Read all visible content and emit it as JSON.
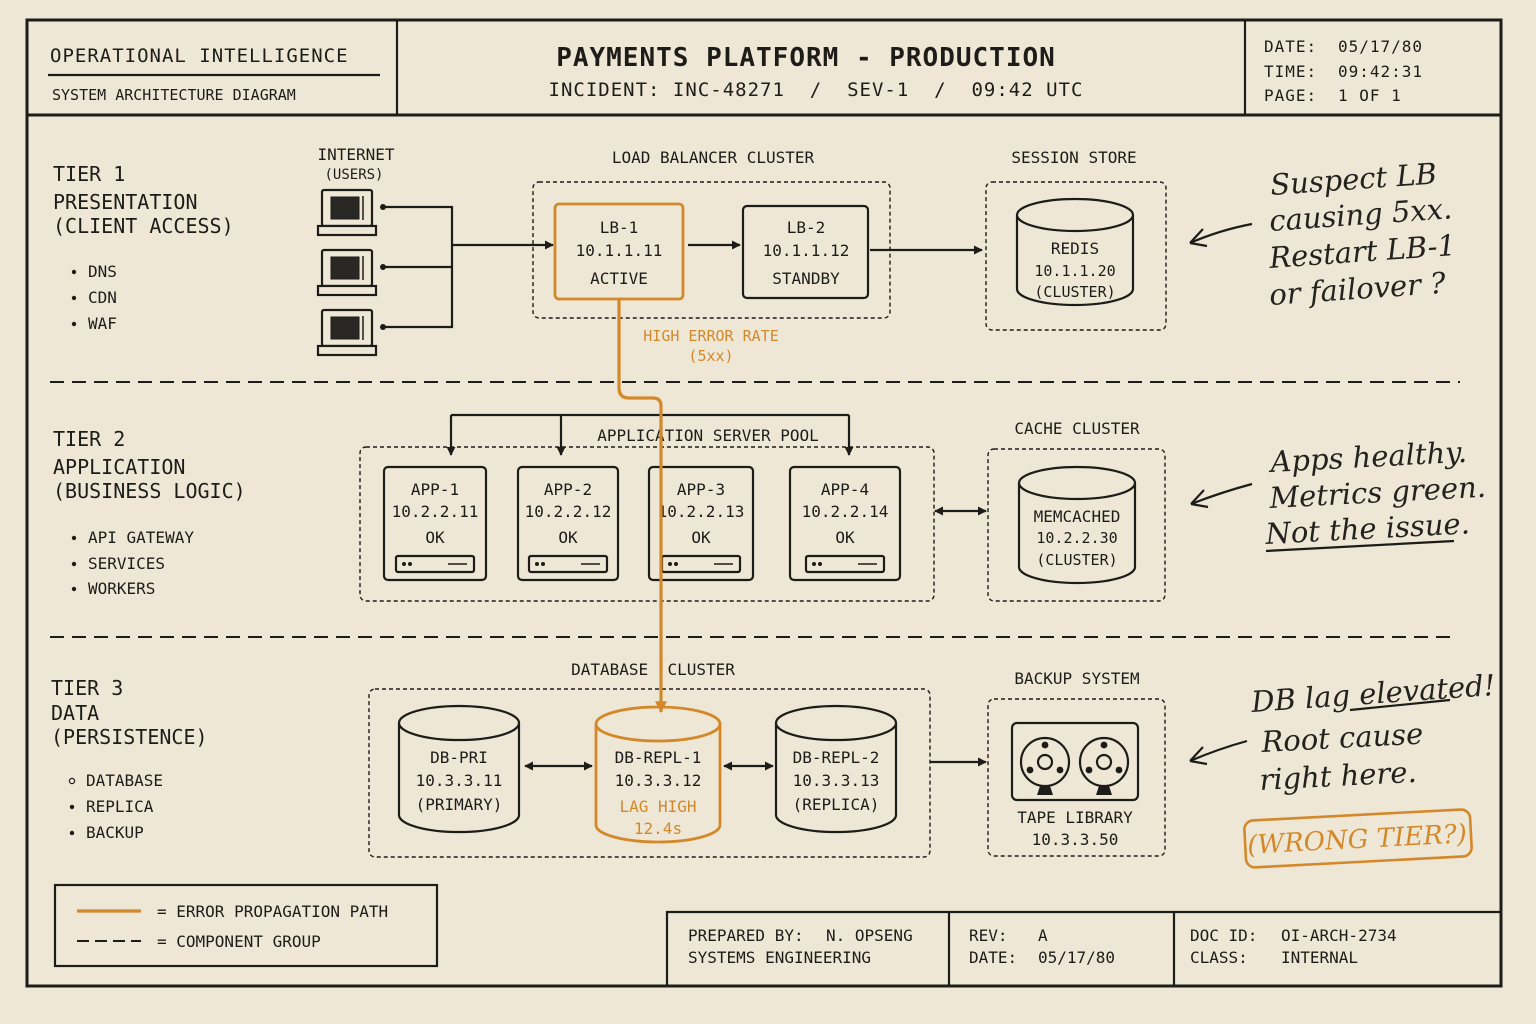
{
  "header": {
    "org": "OPERATIONAL INTELLIGENCE",
    "doc_type": "SYSTEM ARCHITECTURE DIAGRAM",
    "title": "PAYMENTS PLATFORM - PRODUCTION",
    "incident": "INCIDENT: INC-48271  /  SEV-1  /  09:42 UTC",
    "date_label": "DATE:",
    "date_value": "05/17/80",
    "time_label": "TIME:",
    "time_value": "09:42:31",
    "page_label": "PAGE:",
    "page_value": "1 OF 1"
  },
  "tiers": [
    {
      "title": "TIER 1",
      "name": "PRESENTATION",
      "desc": "(CLIENT ACCESS)",
      "bullets": [
        "DNS",
        "CDN",
        "WAF"
      ]
    },
    {
      "title": "TIER 2",
      "name": "APPLICATION",
      "desc": "(BUSINESS LOGIC)",
      "bullets": [
        "API GATEWAY",
        "SERVICES",
        "WORKERS"
      ]
    },
    {
      "title": "TIER 3",
      "name": "DATA",
      "desc": "(PERSISTENCE)",
      "bullets": [
        "DATABASE",
        "REPLICA",
        "BACKUP"
      ]
    }
  ],
  "internet": {
    "label": "INTERNET",
    "sub": "(USERS)"
  },
  "lb_cluster": {
    "label": "LOAD BALANCER CLUSTER",
    "lb1": {
      "name": "LB-1",
      "ip": "10.1.1.11",
      "status": "ACTIVE"
    },
    "lb2": {
      "name": "LB-2",
      "ip": "10.1.1.12",
      "status": "STANDBY"
    },
    "error_line1": "HIGH ERROR RATE",
    "error_line2": "(5xx)"
  },
  "session_store": {
    "label": "SESSION STORE",
    "name": "REDIS",
    "ip": "10.1.1.20",
    "sub": "(CLUSTER)"
  },
  "app_pool": {
    "label": "APPLICATION SERVER POOL",
    "servers": [
      {
        "name": "APP-1",
        "ip": "10.2.2.11",
        "status": "OK"
      },
      {
        "name": "APP-2",
        "ip": "10.2.2.12",
        "status": "OK"
      },
      {
        "name": "APP-3",
        "ip": "10.2.2.13",
        "status": "OK"
      },
      {
        "name": "APP-4",
        "ip": "10.2.2.14",
        "status": "OK"
      }
    ]
  },
  "cache": {
    "label": "CACHE CLUSTER",
    "name": "MEMCACHED",
    "ip": "10.2.2.30",
    "sub": "(CLUSTER)"
  },
  "db_cluster": {
    "label": "DATABASE  CLUSTER",
    "pri": {
      "name": "DB-PRI",
      "ip": "10.3.3.11",
      "sub": "(PRIMARY)"
    },
    "repl1": {
      "name": "DB-REPL-1",
      "ip": "10.3.3.12",
      "status": "LAG HIGH",
      "lag": "12.4s"
    },
    "repl2": {
      "name": "DB-REPL-2",
      "ip": "10.3.3.13",
      "sub": "(REPLICA)"
    }
  },
  "backup": {
    "label": "BACKUP SYSTEM",
    "name": "TAPE LIBRARY",
    "ip": "10.3.3.50"
  },
  "notes": {
    "n1": [
      "Suspect LB",
      "causing 5xx.",
      "Restart LB-1",
      "or failover ?"
    ],
    "n2": [
      "Apps healthy.",
      "Metrics green.",
      "Not the issue."
    ],
    "n3": [
      "DB lag elevated!",
      "Root cause",
      "right here."
    ],
    "n3_tag": "(WRONG TIER?)"
  },
  "legend": {
    "error_path": "= ERROR PROPAGATION PATH",
    "group": "= COMPONENT GROUP"
  },
  "footer": {
    "prepared_label": "PREPARED BY:",
    "prepared_value": "N. OPSENG",
    "department": "SYSTEMS ENGINEERING",
    "rev_label": "REV:",
    "rev_value": "A",
    "date_label": "DATE:",
    "date_value": "05/17/80",
    "docid_label": "DOC ID:",
    "docid_value": "OI-ARCH-2734",
    "class_label": "CLASS:",
    "class_value": "INTERNAL"
  },
  "colors": {
    "paper": "#efe7d6",
    "ink": "#1e1c18",
    "accent": "#d3892a"
  }
}
